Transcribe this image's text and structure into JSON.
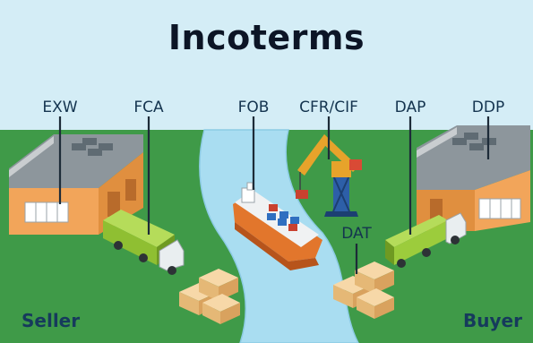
{
  "title": "Incoterms",
  "terms": [
    "EXW",
    "FCA",
    "FOB",
    "CFR/CIF",
    "DAP",
    "DDP",
    "DAT"
  ],
  "sides": {
    "seller": "Seller",
    "buyer": "Buyer"
  },
  "colors": {
    "sky": "#d4edf6",
    "grass": "#3f9a48",
    "river": "#a9ddf1",
    "building": "#f2a55a",
    "truck": "#9ccc3c",
    "text": "#14344f"
  }
}
